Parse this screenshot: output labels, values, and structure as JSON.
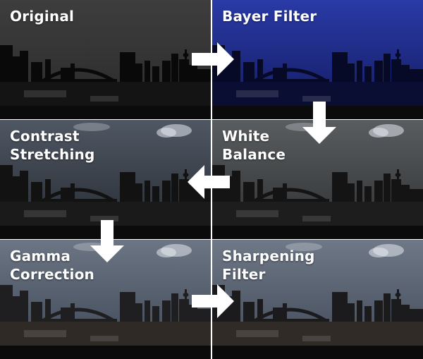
{
  "steps": [
    {
      "label": "Original",
      "sky": [
        "#3d3d3d",
        "#2a2a2a"
      ],
      "ground": "#141414",
      "city": "#090909",
      "hasClouds": false
    },
    {
      "label": "Bayer Filter",
      "sky": [
        "#2a3aa6",
        "#121a5e"
      ],
      "ground": "#0b0e33",
      "city": "#070a26",
      "hasClouds": false
    },
    {
      "label": "Contrast\nStretching",
      "sky": [
        "#4f5763",
        "#252a31"
      ],
      "ground": "#1a1a1a",
      "city": "#121212",
      "hasClouds": true
    },
    {
      "label": "White\nBalance",
      "sky": [
        "#5a5d5f",
        "#2d2f31"
      ],
      "ground": "#1d1d1d",
      "city": "#141414",
      "hasClouds": true
    },
    {
      "label": "Gamma\nCorrection",
      "sky": [
        "#6c7583",
        "#3c4654"
      ],
      "ground": "#2f2a26",
      "city": "#1f1f22",
      "hasClouds": true
    },
    {
      "label": "Sharpening\nFilter",
      "sky": [
        "#6f7887",
        "#3e4755"
      ],
      "ground": "#302b27",
      "city": "#1b1b1e",
      "hasClouds": true
    }
  ],
  "arrows": [
    {
      "name": "arrow-original-to-bayer",
      "direction": "right"
    },
    {
      "name": "arrow-bayer-to-white-balance",
      "direction": "down"
    },
    {
      "name": "arrow-white-balance-to-contrast",
      "direction": "left"
    },
    {
      "name": "arrow-contrast-to-gamma",
      "direction": "down"
    },
    {
      "name": "arrow-gamma-to-sharpening",
      "direction": "right"
    }
  ]
}
